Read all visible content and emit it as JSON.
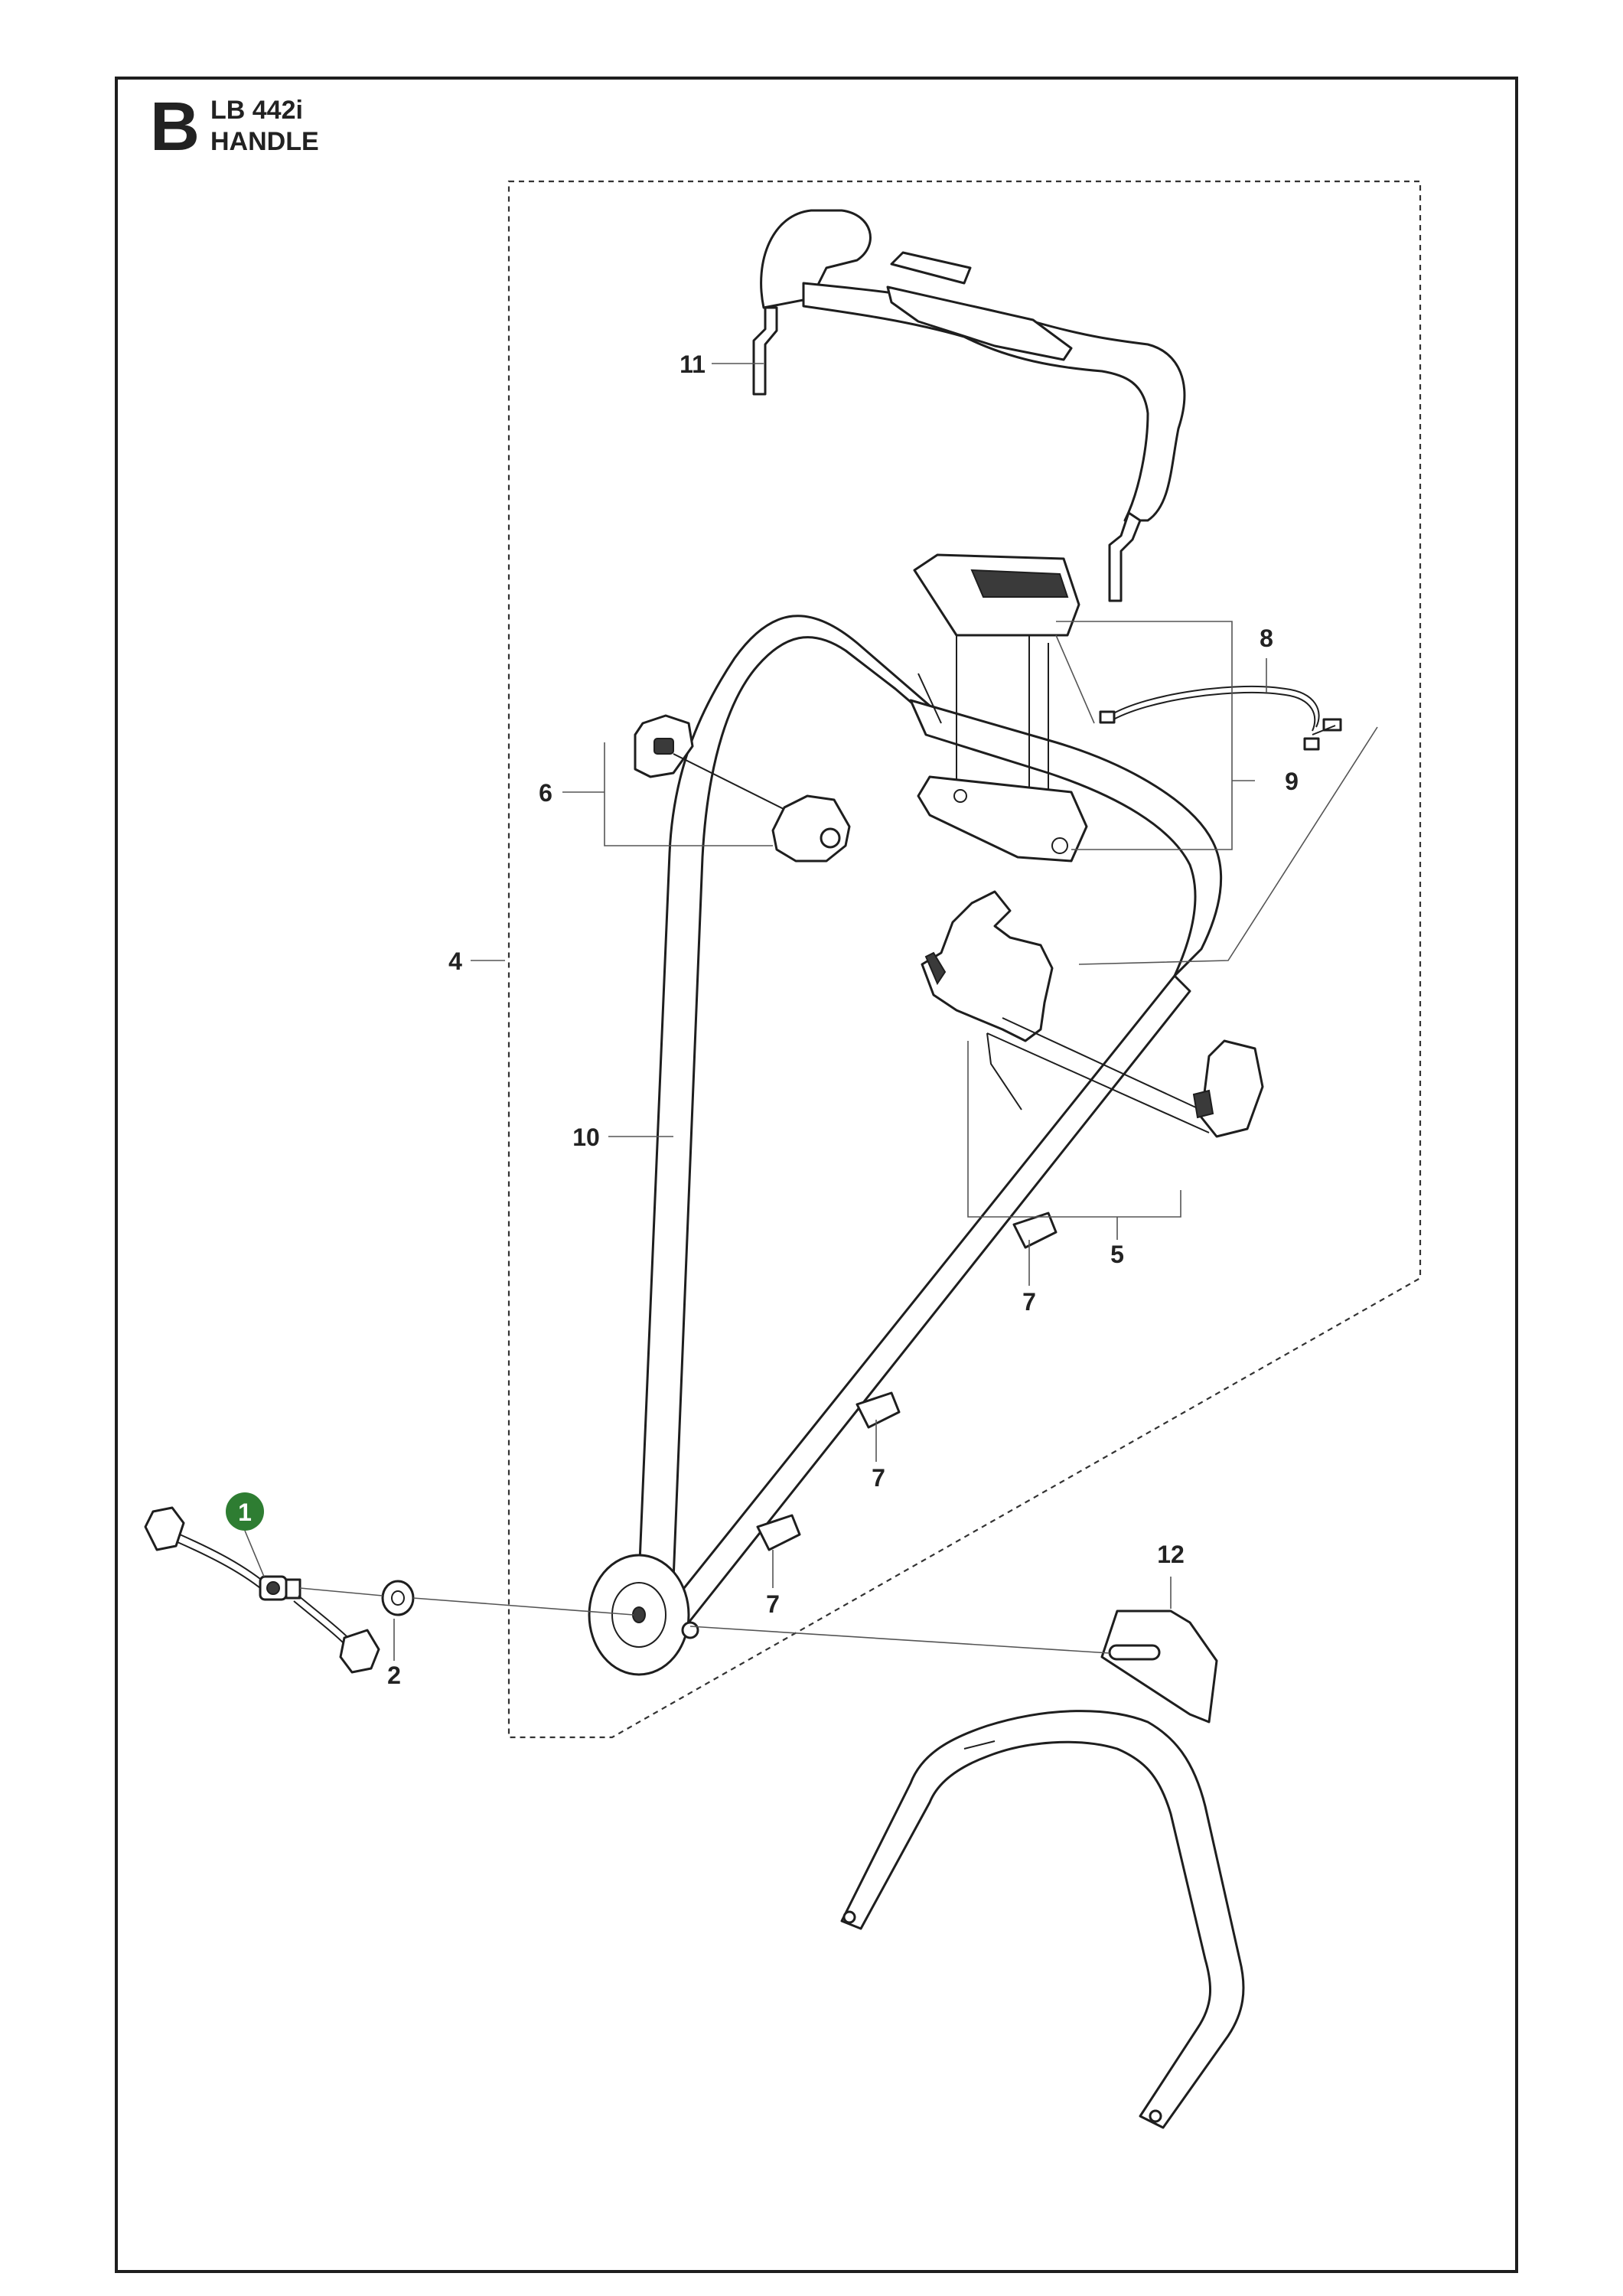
{
  "section_letter": "B",
  "model": "LB 442i",
  "title": "HANDLE",
  "highlight_color": "#2e7d32",
  "labels": {
    "p1": "1",
    "p2": "2",
    "p4": "4",
    "p5": "5",
    "p6": "6",
    "p7a": "7",
    "p7b": "7",
    "p7c": "7",
    "p8": "8",
    "p9": "9",
    "p10": "10",
    "p11": "11",
    "p12": "12"
  }
}
